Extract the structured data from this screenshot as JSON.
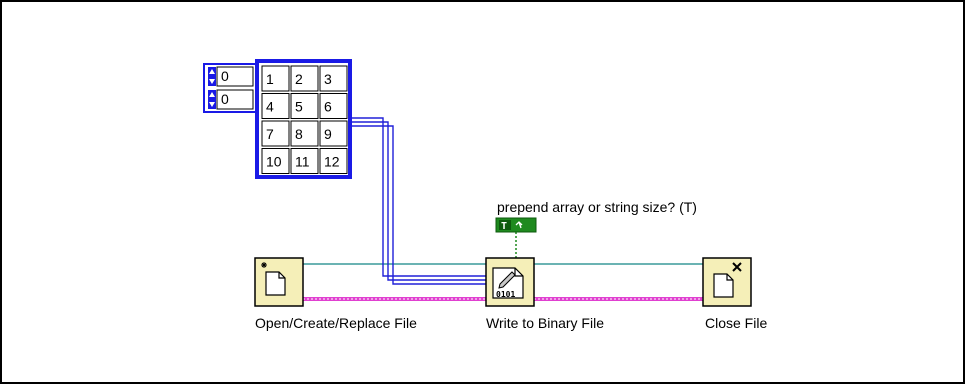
{
  "array_constant": {
    "indices": [
      "0",
      "0"
    ],
    "cells": [
      [
        "1",
        "2",
        "3"
      ],
      [
        "4",
        "5",
        "6"
      ],
      [
        "7",
        "8",
        "9"
      ],
      [
        "10",
        "11",
        "12"
      ]
    ]
  },
  "boolean_constant": {
    "label": "prepend array or string size? (T)",
    "glyph": "T"
  },
  "nodes": {
    "open": {
      "label": "Open/Create/Replace File",
      "icon": "file-open-icon"
    },
    "write": {
      "label": "Write to Binary File",
      "icon": "write-binary-icon",
      "glyph": "0101"
    },
    "close": {
      "label": "Close File",
      "icon": "file-close-icon"
    }
  },
  "colors": {
    "border": "#000000",
    "array_blue": "#1a1ae6",
    "array_wire": "#2020d8",
    "refnum_wire": "#3a9a9a",
    "error_wire": "#e040d0",
    "node_fill": "#f5efb8",
    "boolean_green": "#1f8a1f"
  }
}
